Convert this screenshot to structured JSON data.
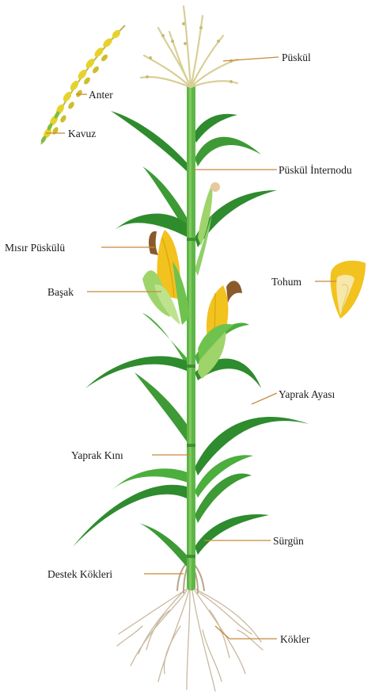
{
  "labels": {
    "puskul": "Püskül",
    "anter": "Anter",
    "kavuz": "Kavuz",
    "puskul_internodu": "Püskül İnternodu",
    "misir_puskulu": "Mısır Püskülü",
    "tohum": "Tohum",
    "basak": "Başak",
    "yaprak_ayasi": "Yaprak Ayası",
    "yaprak_kini": "Yaprak Kını",
    "surgun": "Sürgün",
    "destek_kokleri": "Destek Kökleri",
    "kokler": "Kökler"
  },
  "colors": {
    "leaf_dark": "#2e8b2e",
    "leaf_mid": "#4cae3c",
    "leaf_light": "#8fd06a",
    "stalk": "#5fb548",
    "kernel": "#f2c21e",
    "husk": "#9fd46b",
    "silk": "#8a5a2b",
    "root": "#c9b9a0",
    "tassel": "#d8cf96",
    "leader": "#c8883a"
  }
}
